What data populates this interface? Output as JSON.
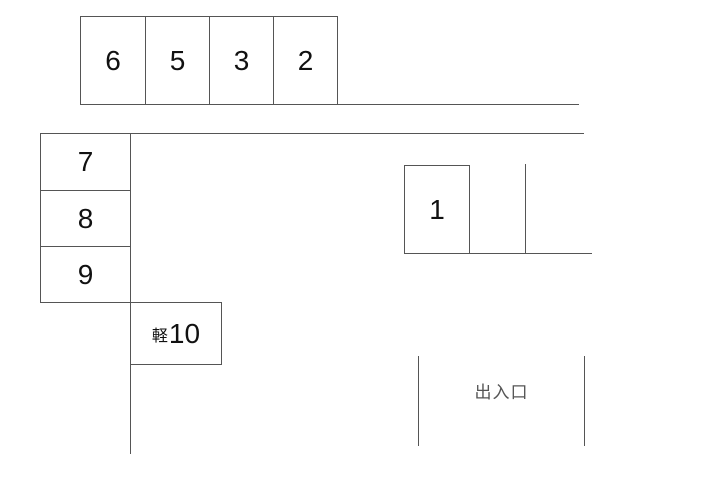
{
  "lot": {
    "slots": {
      "s6": "6",
      "s5": "5",
      "s3": "3",
      "s2": "2",
      "s7": "7",
      "s8": "8",
      "s9": "9",
      "s1": "1",
      "s10_prefix": "軽",
      "s10_num": "10"
    },
    "entrance_label": "出入口"
  },
  "colors": {
    "line": "#555555",
    "text": "#111111",
    "background": "#ffffff"
  }
}
